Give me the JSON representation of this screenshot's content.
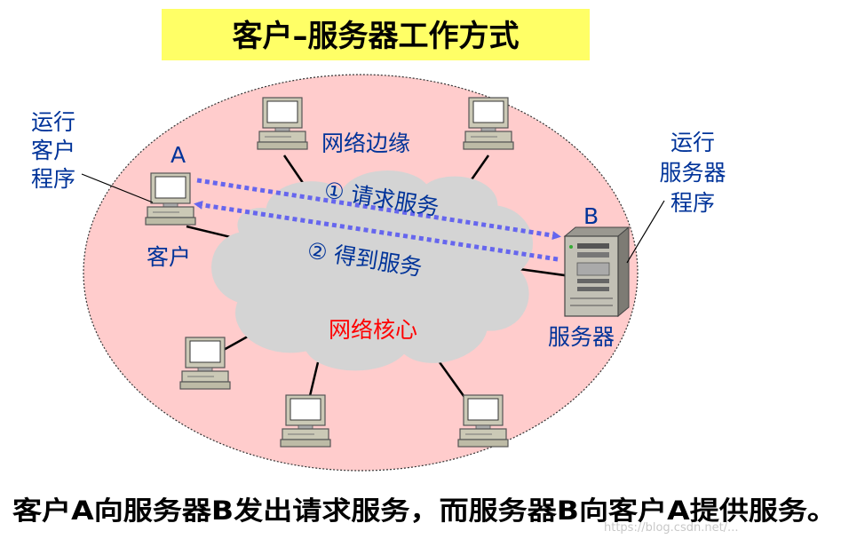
{
  "title": "客户–服务器工作方式",
  "labels": {
    "edge": "网络边缘",
    "core": "网络核心",
    "client": "客户",
    "server": "服务器",
    "client_program": [
      "运行",
      "客户",
      "程序"
    ],
    "server_program": [
      "运行",
      "服务器",
      "程序"
    ],
    "node_a": "A",
    "node_b": "B"
  },
  "arrows": {
    "request": "① 请求服务",
    "response": "② 得到服务"
  },
  "caption": "客户A向服务器B发出请求服务，而服务器B向客户A提供服务。",
  "watermark": "https://blog.csdn.net/...",
  "colors": {
    "title_bg": "#ffff66",
    "ellipse_fill": "#ffcccc",
    "cloud_fill": "#d4d4d4",
    "arrow": "#6666ee",
    "label_text": "#003399",
    "core_text": "#ff0000"
  },
  "icons": [
    "desktop-computer-icon",
    "server-tower-icon"
  ]
}
